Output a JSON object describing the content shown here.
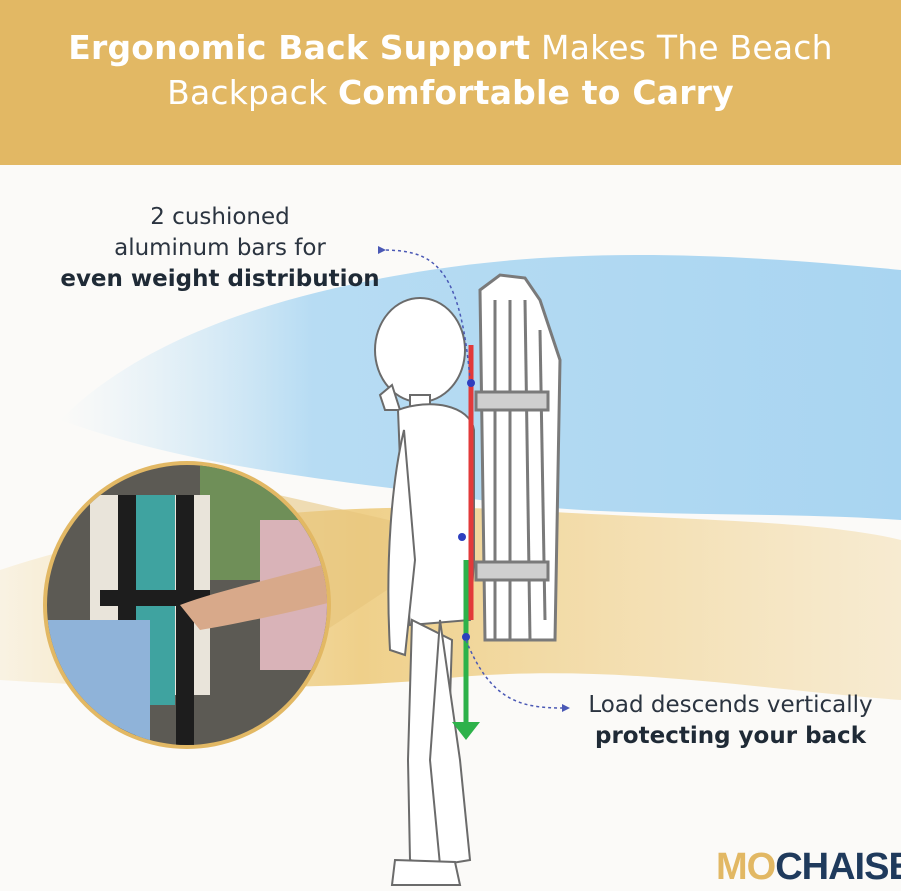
{
  "header": {
    "line1_bold": "Ergonomic Back Support",
    "line1_rest": " Makes The Beach",
    "line2_rest": "Backpack ",
    "line2_bold": "Comfortable to Carry"
  },
  "callouts": {
    "top": {
      "line1": "2 cushioned",
      "line2": "aluminum bars for",
      "line3": "even weight distribution"
    },
    "bottom": {
      "line1": "Load descends vertically",
      "line2": "protecting your back"
    }
  },
  "logo": {
    "part1": "MO",
    "part2": "CHAISE"
  },
  "colors": {
    "banner": "#e2b864",
    "support_bar": "#e23a3a",
    "load_arrow": "#2db24a",
    "pointer_dot": "#2d3fbf",
    "logo_accent": "#e2b864",
    "logo_dark": "#1f3a5c"
  }
}
